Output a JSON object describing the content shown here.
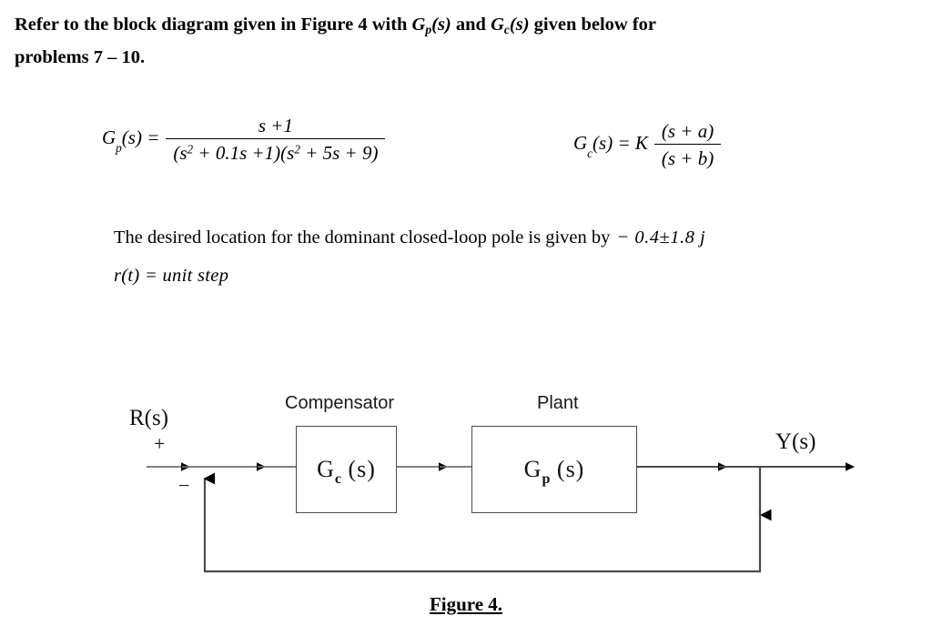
{
  "header": {
    "line1_part1": "Refer to the block diagram given in Figure 4 with ",
    "header_gp_base": "G",
    "header_gp_sub": "p",
    "header_gp_tail": "(s)",
    "line1_part2": " and ",
    "header_gc_base": "G",
    "header_gc_sub": "c",
    "header_gc_tail": "(s)",
    "line1_part3": " given below for",
    "line2": "problems 7 – 10."
  },
  "equations": {
    "plant": {
      "lhs_base": "G",
      "lhs_sub": "p",
      "lhs_tail": "(s) =",
      "numerator": "s +1",
      "denominator_pre": "(s",
      "denominator_sup1": "2",
      "denominator_mid": " + 0.1s +1)(s",
      "denominator_sup2": "2",
      "denominator_post": " + 5s + 9)"
    },
    "compensator": {
      "lhs_base": "G",
      "lhs_sub": "c",
      "lhs_tail": "(s) = K",
      "numerator": "(s + a)",
      "denominator": "(s + b)"
    }
  },
  "statements": {
    "pole_text": "The desired location for the dominant closed-loop pole is given by",
    "pole_value": "− 0.4±1.8 j",
    "input_signal": "r(t) = unit step"
  },
  "diagram": {
    "input_label": "R(s)",
    "output_label": "Y(s)",
    "plus_sign": "+",
    "minus_sign": "−",
    "compensator_label": "Compensator",
    "plant_label": "Plant",
    "compensator_block": {
      "base": "G",
      "sub": "c",
      "tail": "(s)"
    },
    "plant_block": {
      "base": "G",
      "sub": "p",
      "tail": "(s)"
    },
    "line_color": "#4a4a4a",
    "arrow_color": "#000000"
  },
  "caption": {
    "text": "Figure 4."
  }
}
